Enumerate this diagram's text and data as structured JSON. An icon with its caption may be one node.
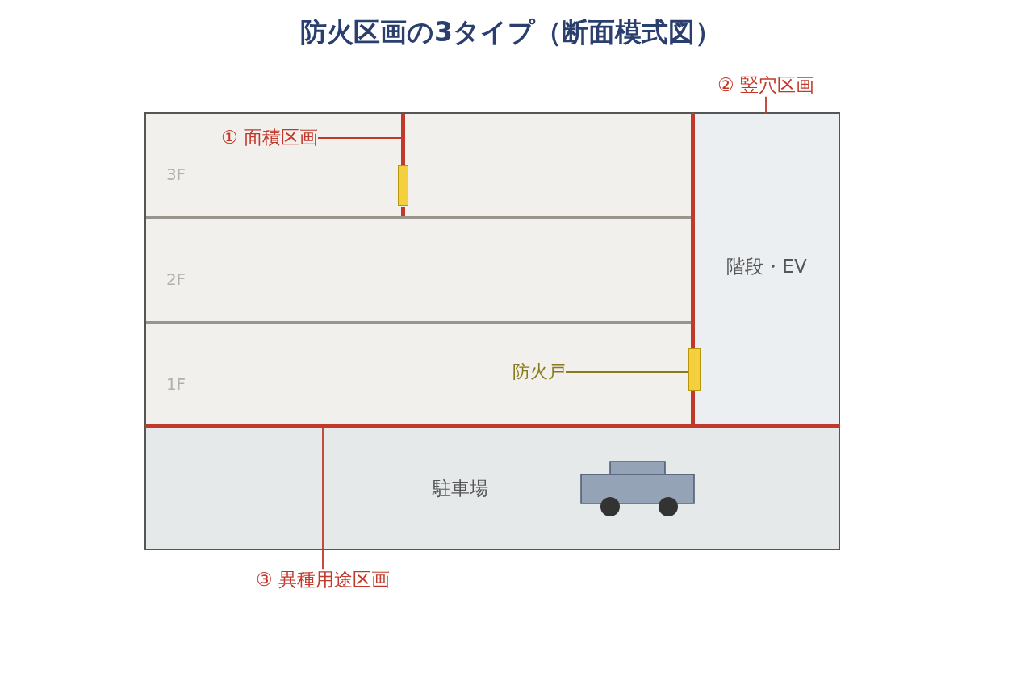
{
  "diagram": {
    "title": "防火区画の3タイプ（断面模式図）",
    "nodes": [
      {
        "text": [
          "② 竪穴区画"
        ]
      },
      {
        "text": [
          "3F"
        ]
      },
      {
        "text": [
          "① 面積区画"
        ],
        "in": 1
      },
      {
        "text": [],
        "shape": "bar",
        "in": 1
      },
      {
        "text": [
          "2F"
        ]
      },
      {
        "text": [
          "1F"
        ]
      },
      {
        "text": [
          "防火戸"
        ],
        "in": 5
      },
      {
        "text": [],
        "shape": "box"
      },
      {
        "text": [
          "階段・EV"
        ]
      },
      {
        "text": [
          "駐車場"
        ]
      },
      {
        "text": [
          "③ 異種用途区画"
        ]
      },
      {
        "text": [],
        "shape": "bar"
      }
    ],
    "edges": [
      {
        "from": 2,
        "to": 3,
        "arrow": "none"
      },
      {
        "from": 0,
        "to": 8,
        "arrow": "none"
      },
      {
        "from": 10,
        "to": 11,
        "arrow": "none"
      },
      {
        "from": 6,
        "to": 7,
        "arrow": "none",
        "color": "#8a7a1a"
      }
    ]
  }
}
